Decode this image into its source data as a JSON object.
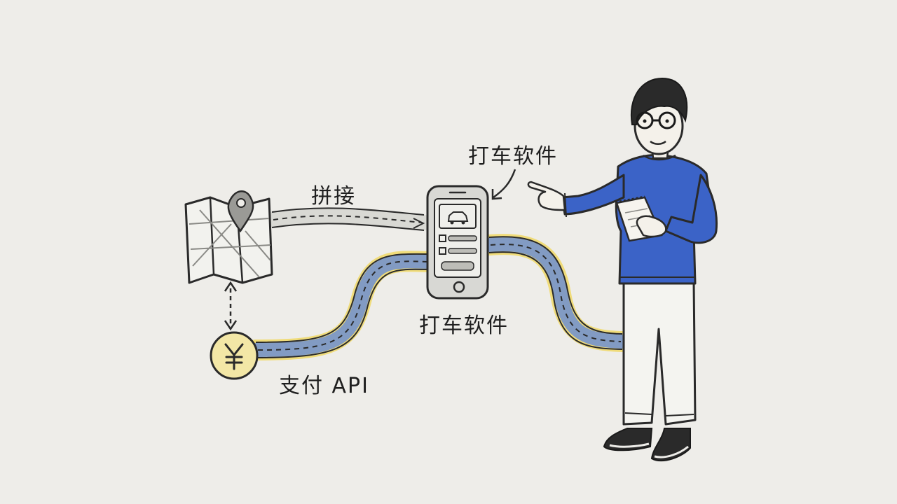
{
  "labels": {
    "splice": "拼接",
    "taxi_app_callout": "打车软件",
    "taxi_app_phone": "打车软件",
    "payment_api": "支付 API"
  },
  "icons": {
    "map": "folded-map-with-location-pin",
    "payment": "yuan-coin",
    "app": "smartphone-taxi-app",
    "person": "person-with-glasses-holding-notepad"
  },
  "colors": {
    "paper": "#eeede9",
    "ink": "#2a2a2a",
    "blue_road": "#6f8fd0",
    "yellow_road": "#f0dc7a",
    "coin": "#f3e7a6",
    "sweater": "#3b63c7",
    "map_fill": "#f2f2ee"
  }
}
